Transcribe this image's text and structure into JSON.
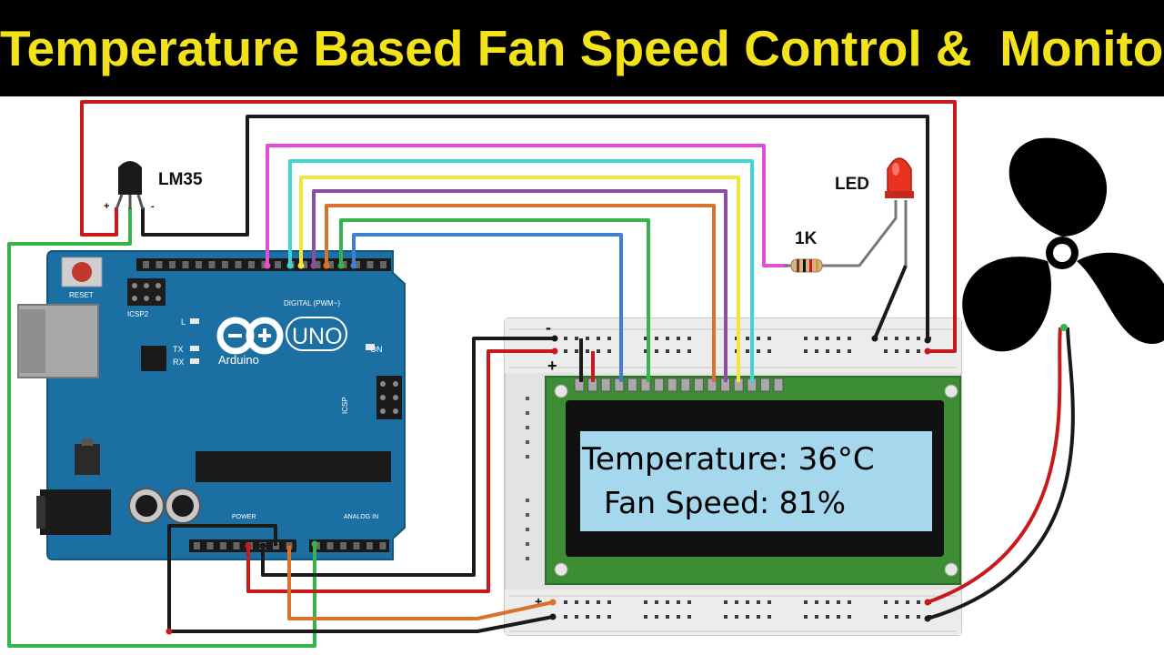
{
  "title": "Temperature Based Fan Speed Control &  Monitor",
  "components": {
    "sensor_label": "LM35",
    "sensor_plus": "+",
    "sensor_minus": "-",
    "led_label": "LED",
    "resistor_label": "1K"
  },
  "lcd": {
    "line1": "Temperature: 36°C",
    "line2": "Fan Speed: 81%"
  },
  "breadboard": {
    "rail_minus": "-",
    "rail_plus": "+",
    "rail_plus_bottom": "+"
  },
  "arduino": {
    "brand": "Arduino",
    "model": "UNO",
    "reset_label": "RESET",
    "icsp_label": "ICSP2",
    "icsp_right_label": "ICSP",
    "on_label": "ON",
    "tx_label": "TX",
    "rx_label": "RX",
    "l_label": "L",
    "digital_label": "DIGITAL (PWM~)",
    "power_label": "POWER",
    "analog_label": "ANALOG IN"
  },
  "colors": {
    "title_text": "#f2e21a",
    "wire_red": "#c8191d",
    "wire_black": "#1a1a1a",
    "wire_green": "#35b44a",
    "wire_magenta": "#e24fd6",
    "wire_cyan": "#41d3d8",
    "wire_yellow": "#f1e63a",
    "wire_purple": "#8a4fa0",
    "wire_orange": "#d9722a",
    "wire_blue": "#3f7fd1",
    "board": "#1c6fa3",
    "lcd_pcb": "#3c8d33",
    "lcd_screen": "#a5d8ec"
  }
}
